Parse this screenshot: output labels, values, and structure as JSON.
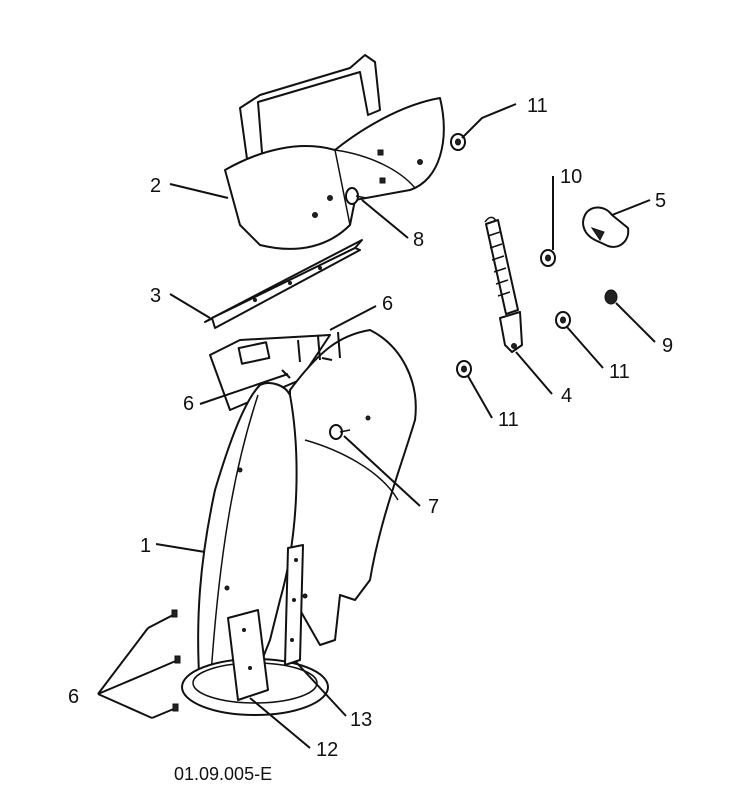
{
  "diagram": {
    "reference_code": "01.09.005-E",
    "callouts": {
      "c1": "1",
      "c2": "2",
      "c3": "3",
      "c4": "4",
      "c5": "5",
      "c6a": "6",
      "c6b": "6",
      "c6c": "6",
      "c7": "7",
      "c8": "8",
      "c9": "9",
      "c10": "10",
      "c11a": "11",
      "c11b": "11",
      "c11c": "11",
      "c12": "12",
      "c13": "13"
    }
  }
}
